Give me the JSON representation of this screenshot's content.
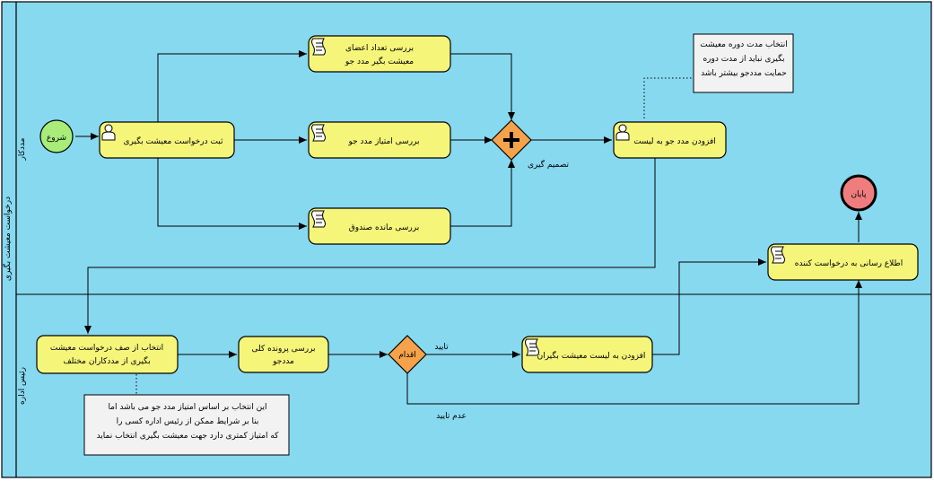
{
  "pool": {
    "title": "درخواست معیشت بگیری"
  },
  "lanes": [
    {
      "id": "lane-staff",
      "title": "مددکار"
    },
    {
      "id": "lane-manager",
      "title": "رئیس اداره"
    }
  ],
  "events": {
    "start": "شروع",
    "end": "پایان"
  },
  "tasks": {
    "register": "ثبت درخواست معیشت بگیری",
    "check_members": [
      "بررسی تعداد اعضای",
      "معیشت بگیر مدد جو"
    ],
    "check_score": "بررسی امتیاز مدد جو",
    "check_fund": "بررسی مانده صندوق",
    "add_to_list": "افزودن مدد جو به لیست",
    "notify": "اطلاع رسانی به درخواست کننده",
    "select_queue": [
      "انتخاب از صف درخواست معیشت",
      "بگیری از مددکاران مختلف"
    ],
    "review_file": [
      "بررسی پرونده کلی",
      "مددجو"
    ],
    "add_beneficiaries": "افزودن به لیست معیشت بگیران"
  },
  "gateways": {
    "decision": "تصمیم گیری",
    "action": "اقدام"
  },
  "flows": {
    "approve": "تایید",
    "reject": "عدم تایید"
  },
  "annotations": {
    "period": [
      "انتخاب مدت دوره معیشت",
      "بگیری نباید از مدت دوره",
      "حمایت مددجو بیشتر باشد"
    ],
    "selection": [
      "این انتخاب بر اساس امتیاز مدد جو می باشد اما",
      "بنا بر شرایط ممکن از رئیس اداره کسی را",
      "که امتیاز کمتری دارد جهت معیشت بگیری انتخاب نماید"
    ]
  },
  "colors": {
    "lane_fill": "#87d9f0",
    "task_fill": "#f5f57a",
    "start_fill": "#a8ec7a",
    "end_fill": "#f07d7d",
    "gateway_fill": "#f5a24a",
    "annotation_fill": "#f2f2f2"
  }
}
